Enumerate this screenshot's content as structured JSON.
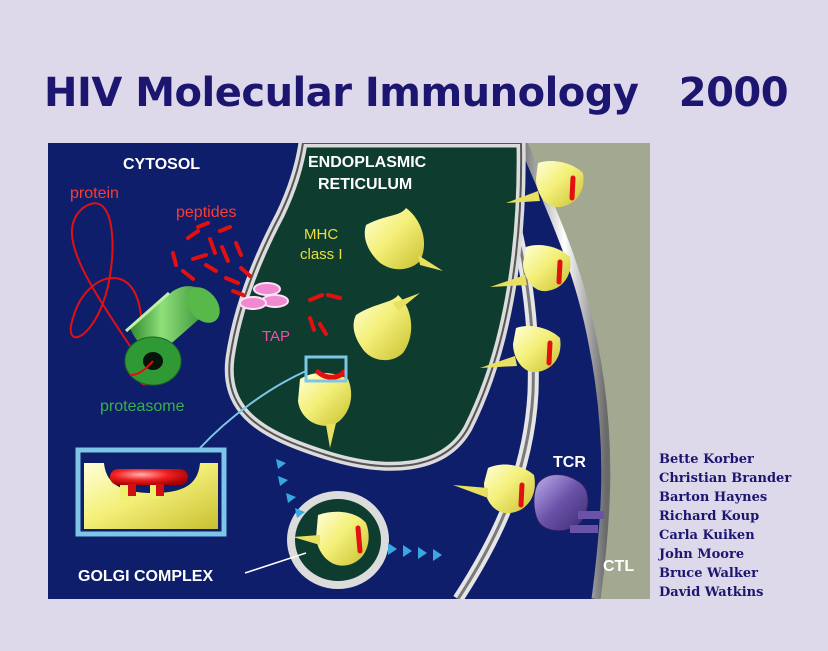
{
  "title": "HIV Molecular Immunology   2000",
  "diagram": {
    "labels": {
      "cytosol": "CYTOSOL",
      "er_line1": "ENDOPLASMIC",
      "er_line2": "RETICULUM",
      "protein": "protein",
      "peptides": "peptides",
      "mhc_line1": "MHC",
      "mhc_line2": "class I",
      "tap": "TAP",
      "proteasome": "proteasome",
      "golgi": "GOLGI COMPLEX",
      "tcr": "TCR",
      "ctl": "CTL"
    },
    "colors": {
      "background": "#ddd8ea",
      "title": "#1c1670",
      "cytosol": "#0f1e6b",
      "er_lumen": "#0e3d30",
      "membrane": "#d8d8d8",
      "ctl_cell": "#a3a891",
      "mhc": "#f0f070",
      "peptide": "#e01010",
      "proteasome": "#5cc24a",
      "tap": "#f08ad0",
      "tcr": "#6a52a8",
      "label_white": "#ffffff",
      "label_red": "#ff3a2e",
      "label_yellow": "#e6e040",
      "label_green": "#38b04a",
      "label_pink": "#f050a8",
      "arrows": "#3aa8e0"
    }
  },
  "authors": [
    "Bette Korber",
    "Christian Brander",
    "Barton Haynes",
    "Richard Koup",
    "Carla Kuiken",
    "John Moore",
    "Bruce Walker",
    "David Watkins"
  ]
}
